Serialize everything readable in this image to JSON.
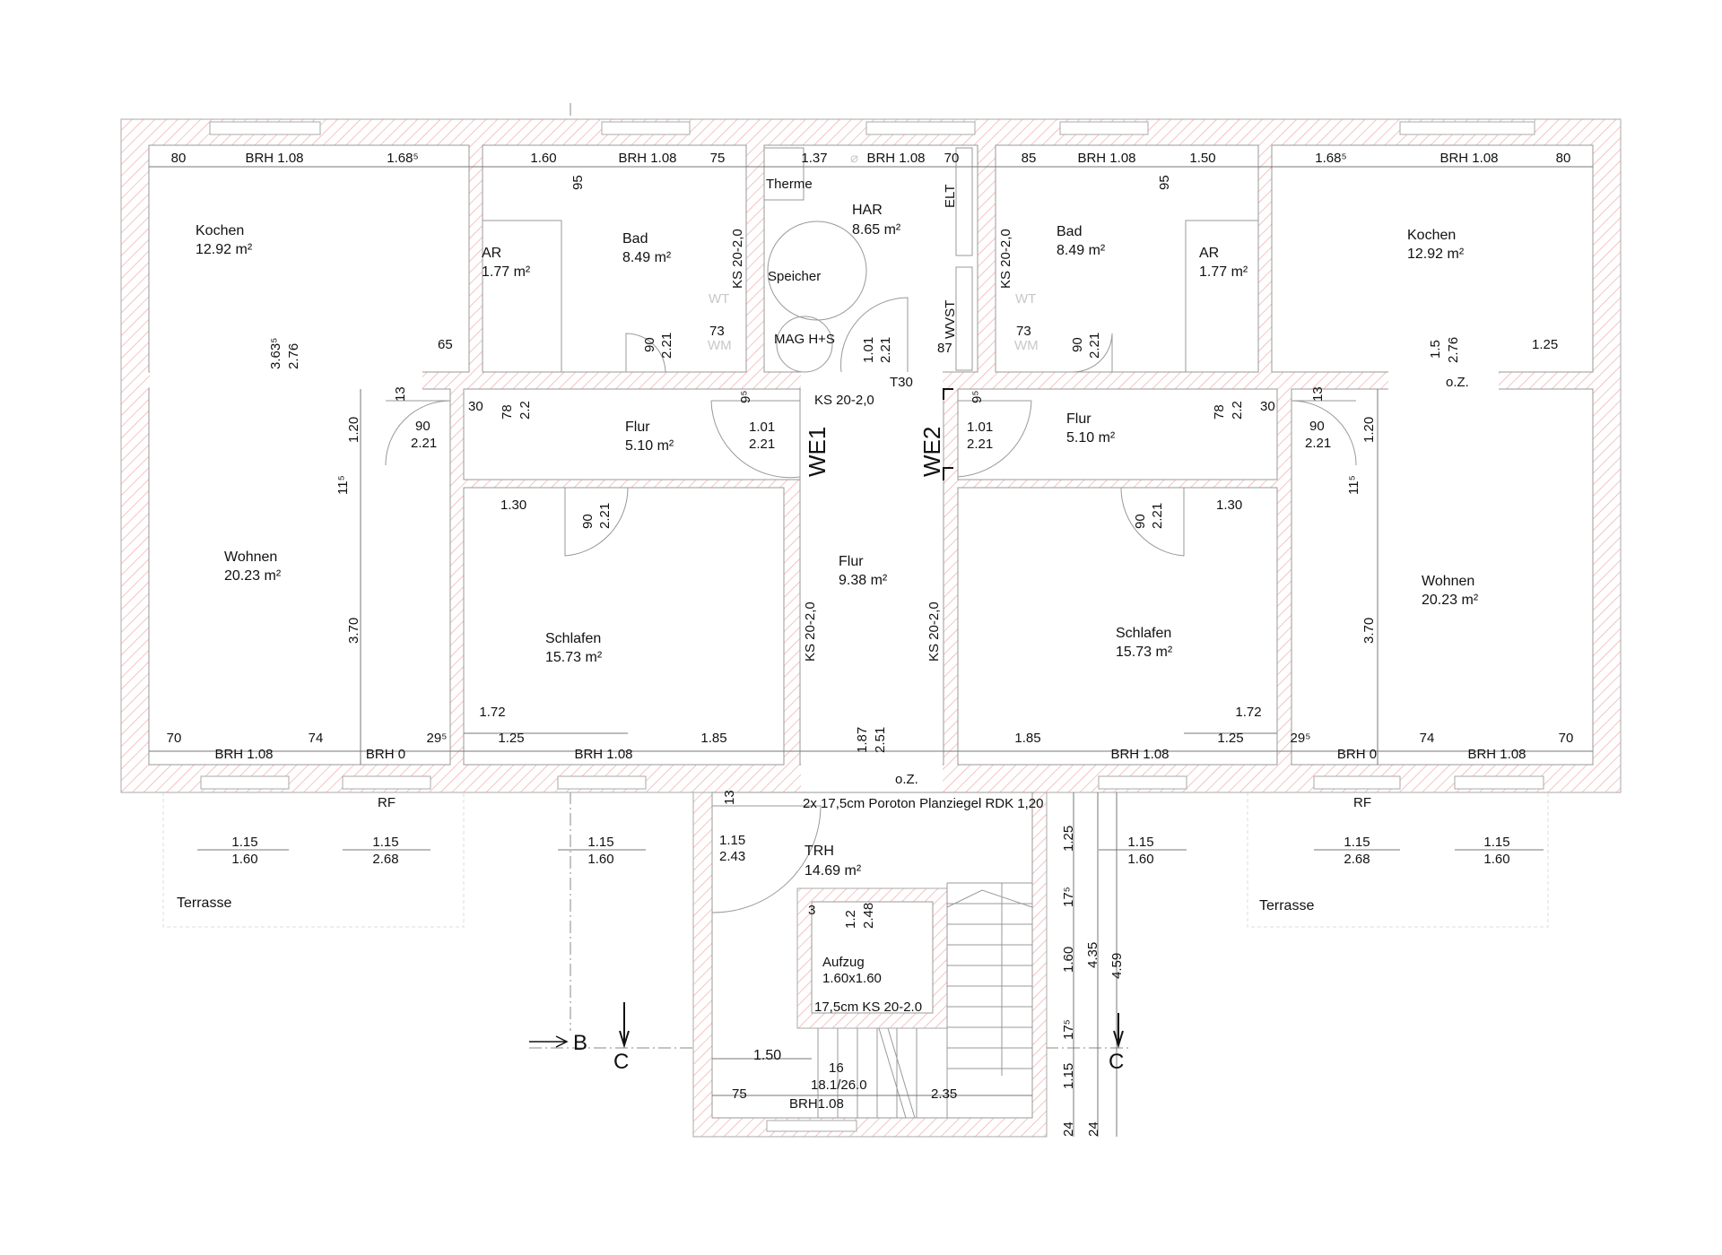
{
  "rooms": {
    "kochen_l": {
      "name": "Kochen",
      "area": "12.92 m²"
    },
    "ar_l": {
      "name": "AR",
      "area": "1.77 m²"
    },
    "bad_l": {
      "name": "Bad",
      "area": "8.49 m²"
    },
    "har": {
      "name": "HAR",
      "area": "8.65 m²"
    },
    "bad_r": {
      "name": "Bad",
      "area": "8.49 m²"
    },
    "ar_r": {
      "name": "AR",
      "area": "1.77 m²"
    },
    "kochen_r": {
      "name": "Kochen",
      "area": "12.92 m²"
    },
    "flur_l": {
      "name": "Flur",
      "area": "5.10 m²"
    },
    "flur_r": {
      "name": "Flur",
      "area": "5.10 m²"
    },
    "wohnen_l": {
      "name": "Wohnen",
      "area": "20.23 m²"
    },
    "schlafen_l": {
      "name": "Schlafen",
      "area": "15.73 m²"
    },
    "flur_c": {
      "name": "Flur",
      "area": "9.38 m²"
    },
    "schlafen_r": {
      "name": "Schlafen",
      "area": "15.73 m²"
    },
    "wohnen_r": {
      "name": "Wohnen",
      "area": "20.23 m²"
    },
    "trh": {
      "name": "TRH",
      "area": "14.69 m²"
    },
    "aufzug": {
      "name": "Aufzug",
      "size": "1.60x1.60",
      "wall": "17,5cm KS 20-2.0"
    },
    "terrasse_l": {
      "name": "Terrasse"
    },
    "terrasse_r": {
      "name": "Terrasse"
    }
  },
  "units": {
    "we1": "WE1",
    "we2": "WE2"
  },
  "fixtures": {
    "therme": "Therme",
    "speicher": "Speicher",
    "mag": "MAG H+S",
    "elt": "ELT",
    "wvst": "WVST",
    "wt": "WT",
    "wm": "WM"
  },
  "notes": {
    "ks_wall": "KS 20-2,0",
    "t30": "T30",
    "oz": "o.Z.",
    "rf": "RF",
    "poroton": "2x 17,5cm Poroton Planziegel RDK 1,20",
    "section_b": "B",
    "section_c": "C",
    "diameter": "⌀"
  },
  "dims_top": [
    "80",
    "BRH 1.08",
    "1.68⁵",
    "1.60",
    "BRH 1.08",
    "75",
    "1.37",
    "BRH 1.08",
    "70",
    "85",
    "BRH 1.08",
    "1.50",
    "1.68⁵",
    "BRH 1.08",
    "80"
  ],
  "dims_upper": {
    "d95": "95",
    "d363": "3.63⁵",
    "d276": "2.76",
    "d65": "65",
    "d90": "90",
    "d221": "2.21",
    "d73": "73",
    "d101": "1.01",
    "d87": "87",
    "d15": "1.5",
    "d125": "1.25"
  },
  "dims_middle": {
    "d13": "13",
    "d30": "30",
    "d78": "78",
    "d22": "2.2",
    "d90": "90",
    "d221": "2.21",
    "d120": "1.20",
    "d115": "11⁵",
    "d95": "9⁵",
    "d101": "1.01",
    "d130": "1.30",
    "d370": "3.70"
  },
  "dims_bottom": [
    "70",
    "74",
    "29⁵",
    "1.25",
    "1.85",
    "1.87",
    "2.51",
    "1.85",
    "1.25",
    "29⁵",
    "74",
    "70"
  ],
  "dims_172": "1.72",
  "brh_bottom": [
    "BRH 1.08",
    "BRH 0",
    "BRH 1.08",
    "BRH 1.08",
    "BRH 0",
    "BRH 1.08"
  ],
  "terrace_dims": [
    {
      "w": "1.15",
      "h": "1.60"
    },
    {
      "w": "1.15",
      "h": "2.68"
    },
    {
      "w": "1.15",
      "h": "1.60"
    },
    {
      "w": "1.15",
      "h": "1.60"
    },
    {
      "w": "1.15",
      "h": "2.68"
    },
    {
      "w": "1.15",
      "h": "1.60"
    }
  ],
  "stair_dims": {
    "d13": "13",
    "door_w": "1.15",
    "door_h": "2.43",
    "d3": "3",
    "d12": "1.2",
    "d248": "2.48",
    "d150": "1.50",
    "steps": "16",
    "step_ratio": "18.1/26.0",
    "brh": "BRH1.08",
    "d75": "75",
    "d235": "2.35",
    "v125": "1.25",
    "v175a": "17⁵",
    "v160": "1.60",
    "v175b": "17⁵",
    "v115": "1.15",
    "v24a": "24",
    "v24b": "24",
    "v435": "4.35",
    "v459": "4.59"
  }
}
